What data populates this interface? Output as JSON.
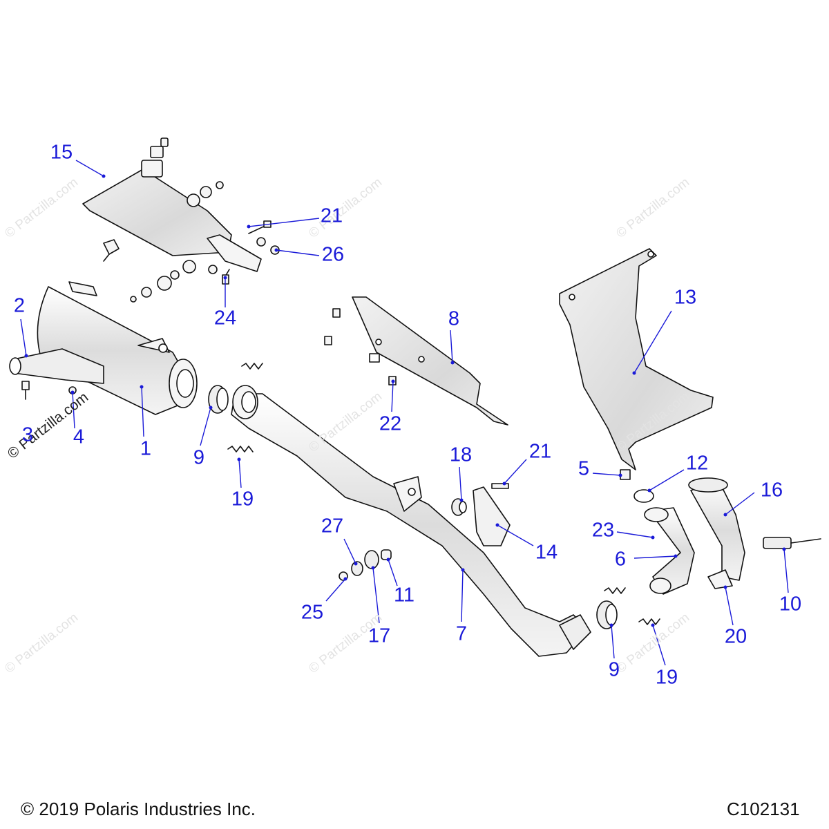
{
  "footer": {
    "copyright": "© 2019 Polaris Industries Inc.",
    "diagram_code": "C102131"
  },
  "watermark": {
    "text": "© Partzilla.com"
  },
  "colors": {
    "callout": "#1a1ad8",
    "line_art": "#111111",
    "part_fill": "#eeeeee"
  },
  "callouts": [
    {
      "id": "c15a",
      "label": "15"
    },
    {
      "id": "c21a",
      "label": "21"
    },
    {
      "id": "c26",
      "label": "26"
    },
    {
      "id": "c24",
      "label": "24"
    },
    {
      "id": "c2",
      "label": "2"
    },
    {
      "id": "c3",
      "label": "3"
    },
    {
      "id": "c4",
      "label": "4"
    },
    {
      "id": "c1",
      "label": "1"
    },
    {
      "id": "c9a",
      "label": "9"
    },
    {
      "id": "c19a",
      "label": "19"
    },
    {
      "id": "c8",
      "label": "8"
    },
    {
      "id": "c22",
      "label": "22"
    },
    {
      "id": "c13",
      "label": "13"
    },
    {
      "id": "c18",
      "label": "18"
    },
    {
      "id": "c21b",
      "label": "21"
    },
    {
      "id": "c5",
      "label": "5"
    },
    {
      "id": "c12",
      "label": "12"
    },
    {
      "id": "c16",
      "label": "16"
    },
    {
      "id": "c23",
      "label": "23"
    },
    {
      "id": "c6",
      "label": "6"
    },
    {
      "id": "c14",
      "label": "14"
    },
    {
      "id": "c10",
      "label": "10"
    },
    {
      "id": "c27",
      "label": "27"
    },
    {
      "id": "c11",
      "label": "11"
    },
    {
      "id": "c25",
      "label": "25"
    },
    {
      "id": "c17",
      "label": "17"
    },
    {
      "id": "c7",
      "label": "7"
    },
    {
      "id": "c9b",
      "label": "9"
    },
    {
      "id": "c19b",
      "label": "19"
    },
    {
      "id": "c20",
      "label": "20"
    }
  ]
}
